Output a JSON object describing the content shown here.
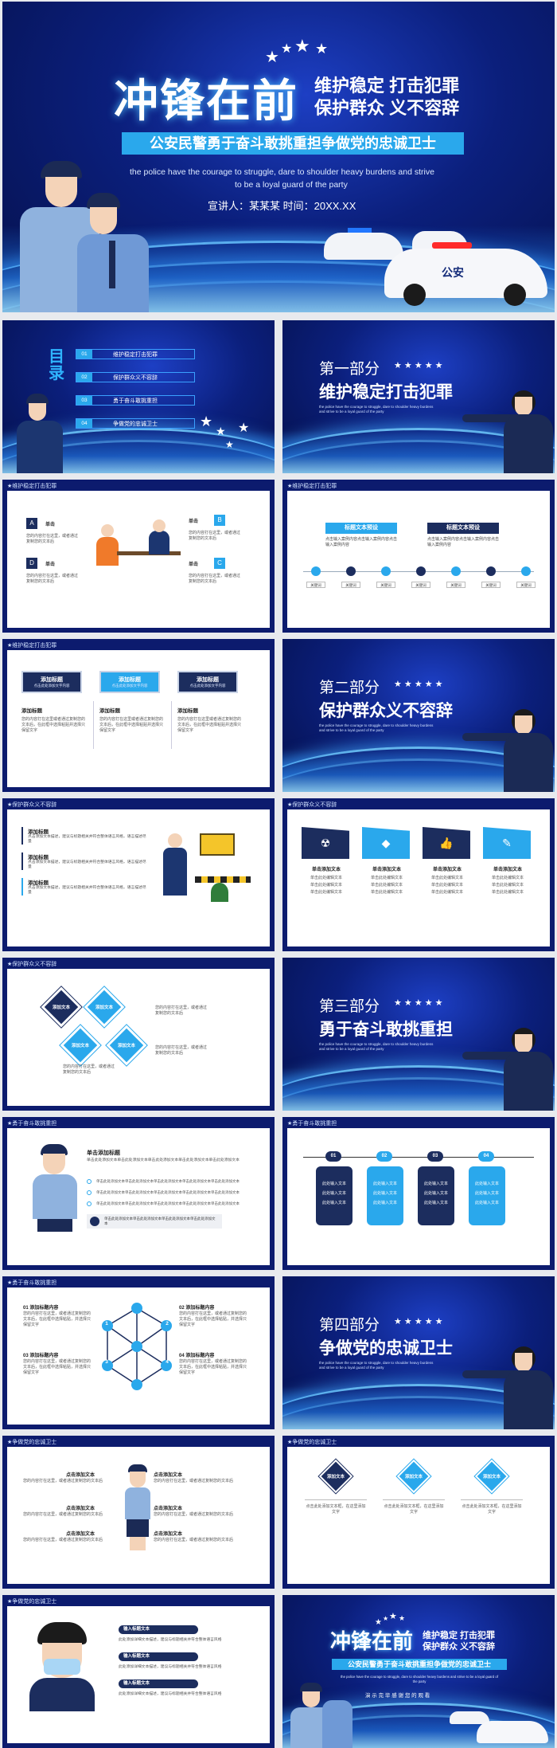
{
  "cover": {
    "title": "冲锋在前",
    "tag1": "维护稳定 打击犯罪",
    "tag2": "保护群众 义不容辞",
    "banner": "公安民警勇于奋斗敢挑重担争做党的忠诚卫士",
    "english1": "the police have the courage to struggle, dare to shoulder heavy burdens and strive",
    "english2": "to be a loyal guard of the party",
    "speaker": "宣讲人：某某某  时间：20XX.XX",
    "car_badge": "公安"
  },
  "toc": {
    "title": "目录",
    "items": [
      {
        "num": "01",
        "label": "维护稳定打击犯罪"
      },
      {
        "num": "02",
        "label": "保护群众义不容辞"
      },
      {
        "num": "03",
        "label": "勇于奋斗敢挑重担"
      },
      {
        "num": "04",
        "label": "争做党的忠诚卫士"
      }
    ]
  },
  "sections": [
    {
      "part": "第一部分",
      "title": "维护稳定打击犯罪"
    },
    {
      "part": "第二部分",
      "title": "保护群众义不容辞"
    },
    {
      "part": "第三部分",
      "title": "勇于奋斗敢挑重担"
    },
    {
      "part": "第四部分",
      "title": "争做党的忠诚卫士"
    }
  ],
  "section_stars": "★ ★ ★ ★ ★",
  "section_desc": "the police have the courage to struggle, dare to shoulder heavy burdens and strive to be a loyal guard of the party",
  "headers": {
    "h1": "★维护稳定打击犯罪",
    "h2": "★保护群众义不容辞",
    "h3": "★勇于奋斗敢挑重担",
    "h4": "★争做党的忠诚卫士"
  },
  "slide_abcd": {
    "items": [
      {
        "letter": "A",
        "title": "单击",
        "text": "您的内容打在这里，或者通过复制您的文本后"
      },
      {
        "letter": "B",
        "title": "单击",
        "text": "您的内容打在这里，或者通过复制您的文本后"
      },
      {
        "letter": "D",
        "title": "单击",
        "text": "您的内容打在这里，或者通过复制您的文本后"
      },
      {
        "letter": "C",
        "title": "单击",
        "text": "您的内容打在这里，或者通过复制您的文本后"
      }
    ]
  },
  "slide_timeline": {
    "label1": "标题文本预设",
    "label2": "标题文本预设",
    "text1": "点击输入案例内容点击输入案例内容点击输入案例内容",
    "text2": "点击输入案例内容点击输入案例内容点击输入案例内容",
    "keyword": "关键词"
  },
  "slide_three": {
    "card_title": "添加标题",
    "card_sub": "点击此处添加文字内容",
    "item_title": "添加标题",
    "item_text": "您的内容打在这里或者通过复制您的文本后，在此框中选择粘贴并选择只保留文字"
  },
  "slide_list": {
    "title": "添加标题",
    "text": "点击添加文本描述，建议与标题相关并符合整体语言风格，语言描述尽量"
  },
  "slide_four_icons": {
    "title": "单击添加文本",
    "text": "单击此处编辑文本"
  },
  "slide_diamonds": {
    "label": "添加文本",
    "text": "您的内容打在这里，或者通过复制您的文本后"
  },
  "slide_checklist": {
    "title": "单击添加标题",
    "text": "单击此处添加文本单击此处添加文本单击此处添加文本单击此处添加文本单击此处添加文本",
    "box_text": "单击此处添加文本单击此处添加文本单击此处添加文本单击此处添加文本"
  },
  "slide_steps": {
    "nums": [
      "01",
      "02",
      "03",
      "04"
    ],
    "text": "此处输入文本"
  },
  "slide_cube": {
    "items": [
      {
        "title": "01 添加标题内容",
        "text": "您的内容打在这里，或者通过复制您的文本后，在此框中选择粘贴，并选择只保留文字"
      },
      {
        "title": "02 添加标题内容",
        "text": "您的内容打在这里，或者通过复制您的文本后，在此框中选择粘贴，并选择只保留文字"
      },
      {
        "title": "03 添加标题内容",
        "text": "您的内容打在这里，或者通过复制您的文本后，在此框中选择粘贴，并选择只保留文字"
      },
      {
        "title": "04 添加标题内容",
        "text": "您的内容打在这里，或者通过复制您的文本后，在此框中选择粘贴，并选择只保留文字"
      }
    ],
    "nums": [
      "1",
      "2",
      "3",
      "4"
    ]
  },
  "slide_policewoman": {
    "title": "点击添加文本",
    "text": "您的内容打在这里，或者通过复制您的文本后"
  },
  "slide_three_diamonds": {
    "label": "添加文本",
    "text": "点击此处添加文本框，在这里添加文字"
  },
  "slide_mask": {
    "title": "输入标题文本",
    "text": "此处添加详细文本描述，建议与标题相关并符合整体语言风格"
  },
  "ending": {
    "title": "冲锋在前",
    "tag1": "维护稳定 打击犯罪",
    "tag2": "保护群众 义不容辞",
    "banner": "公安民警勇于奋斗敢挑重担争做党的忠诚卫士",
    "english": "the police have the courage to struggle, dare to shoulder heavy burdens and strive to be a loyal guard of the party",
    "thanks": "演 示 完 毕 感 谢 您 的 观 看"
  }
}
